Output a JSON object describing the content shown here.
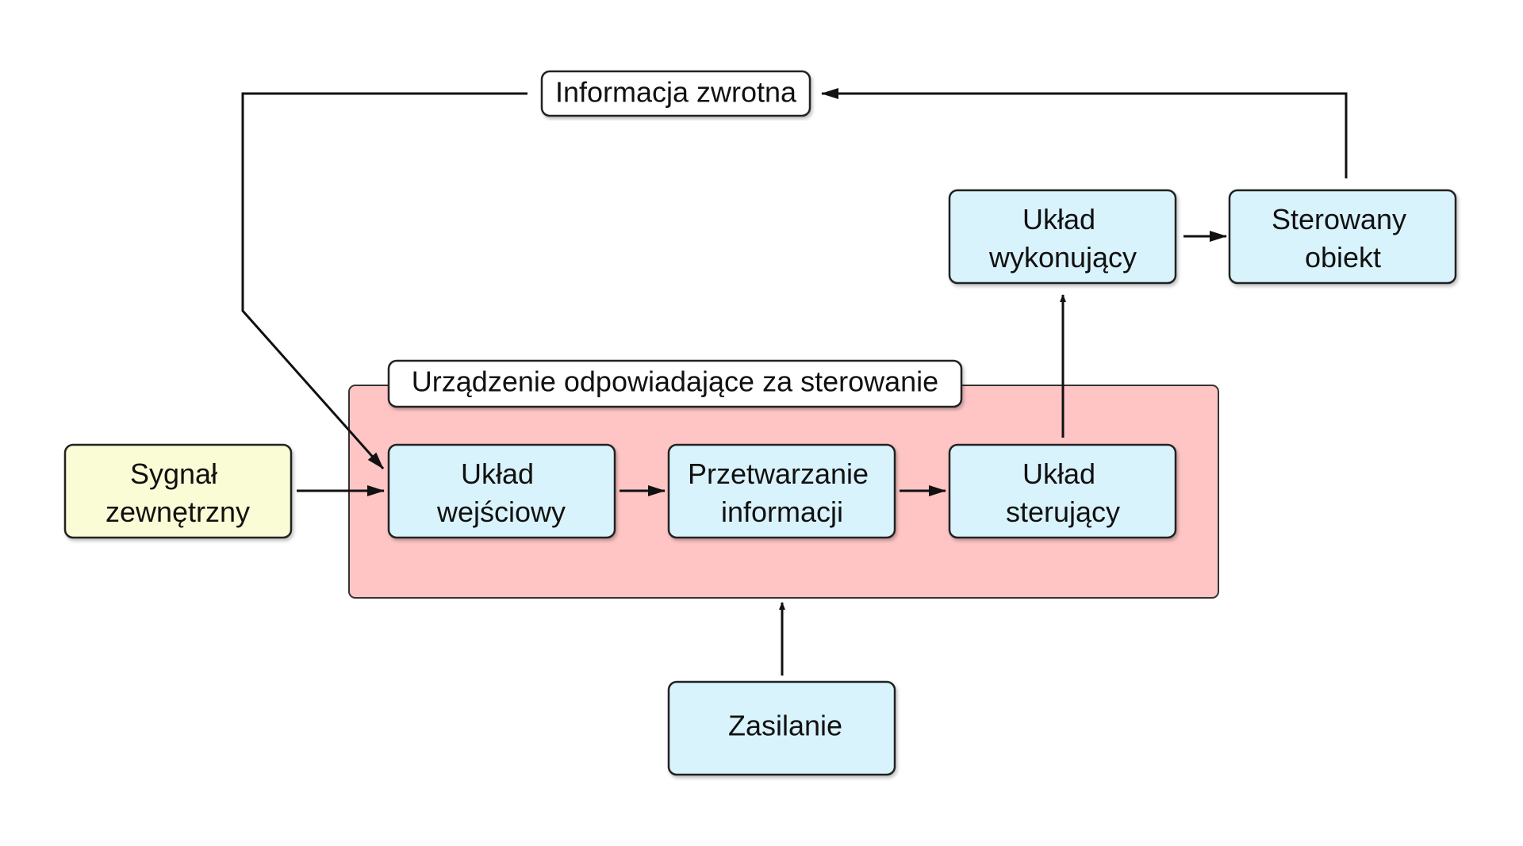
{
  "diagram": {
    "feedback_label": "Informacja zwrotna",
    "controller_label": "Urządzenie odpowiadające za sterowanie",
    "external_signal": {
      "line1": "Sygnał",
      "line2": "zewnętrzny"
    },
    "input_unit": {
      "line1": "Układ",
      "line2": "wejściowy"
    },
    "processing": {
      "line1": "Przetwarzanie",
      "line2": "informacji"
    },
    "control_unit": {
      "line1": "Układ",
      "line2": "sterujący"
    },
    "executive_unit": {
      "line1": "Układ",
      "line2": "wykonujący"
    },
    "controlled_object": {
      "line1": "Sterowany",
      "line2": "obiekt"
    },
    "power": "Zasilanie"
  },
  "colors": {
    "controller_fill": "#ffc5c5",
    "block_fill": "#d9f3fc",
    "signal_fill": "#fafcd5",
    "label_fill": "#ffffff",
    "stroke": "#222222",
    "arrow": "#111111"
  }
}
